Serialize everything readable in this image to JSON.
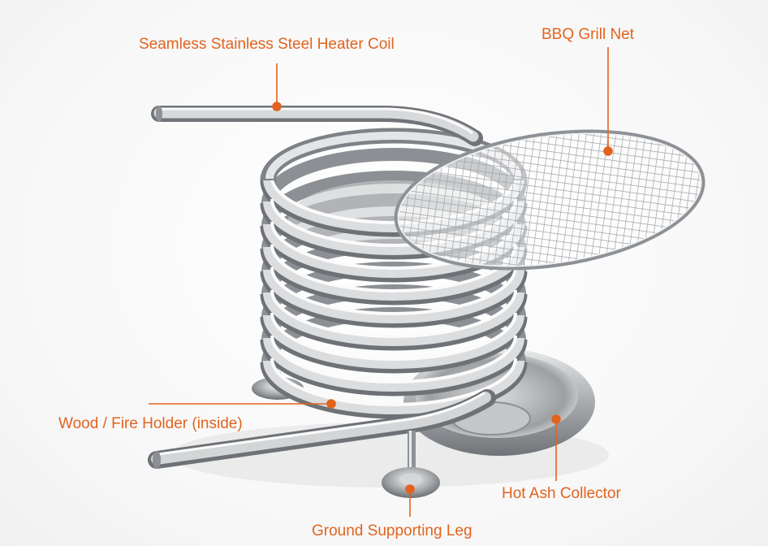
{
  "labels": {
    "coil": "Seamless Stainless Steel Heater Coil",
    "net": "BBQ Grill Net",
    "fire_holder": "Wood / Fire Holder (inside)",
    "ash": "Hot Ash Collector",
    "leg": "Ground Supporting Leg"
  },
  "colors": {
    "accent": "#e2631f",
    "steel_light": "#f4f4f4",
    "steel_mid": "#b9bcbf",
    "steel_dark": "#6f7377"
  }
}
